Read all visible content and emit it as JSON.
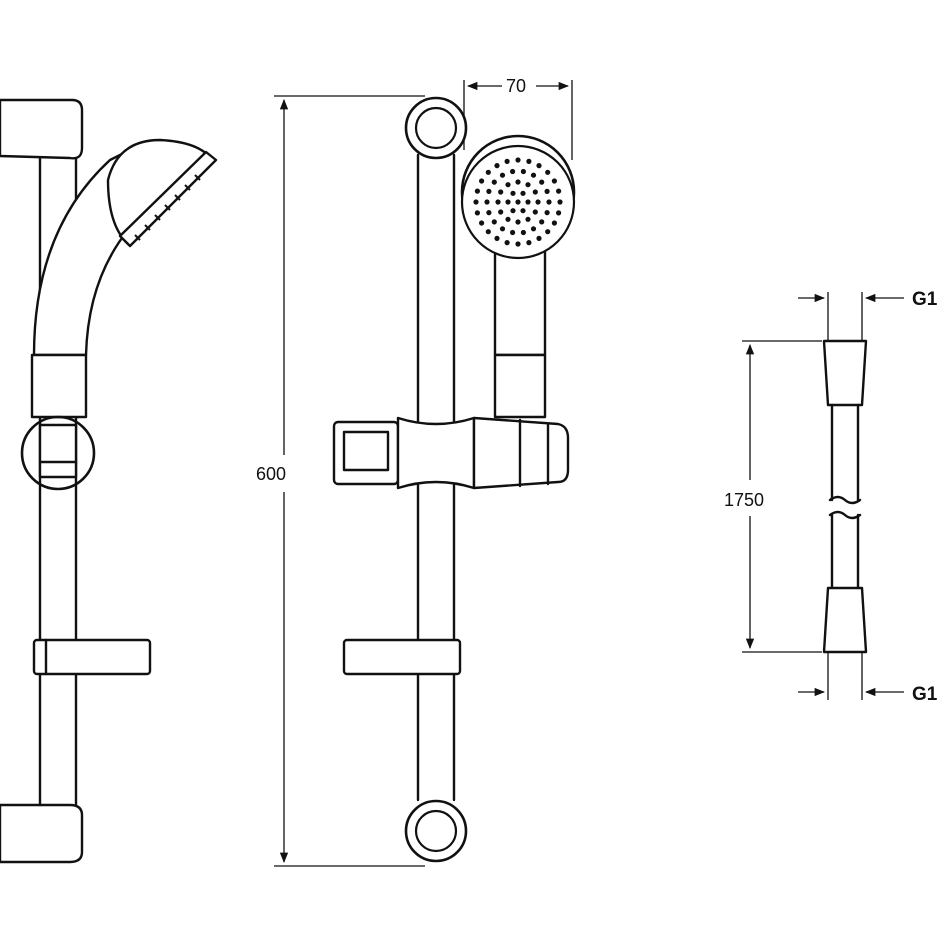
{
  "dimensions": {
    "bar_height": "600",
    "head_diameter": "70",
    "hose_length": "1750",
    "thread_top": "G1",
    "thread_bottom": "G1"
  },
  "colors": {
    "line": "#111111",
    "background": "#ffffff"
  }
}
